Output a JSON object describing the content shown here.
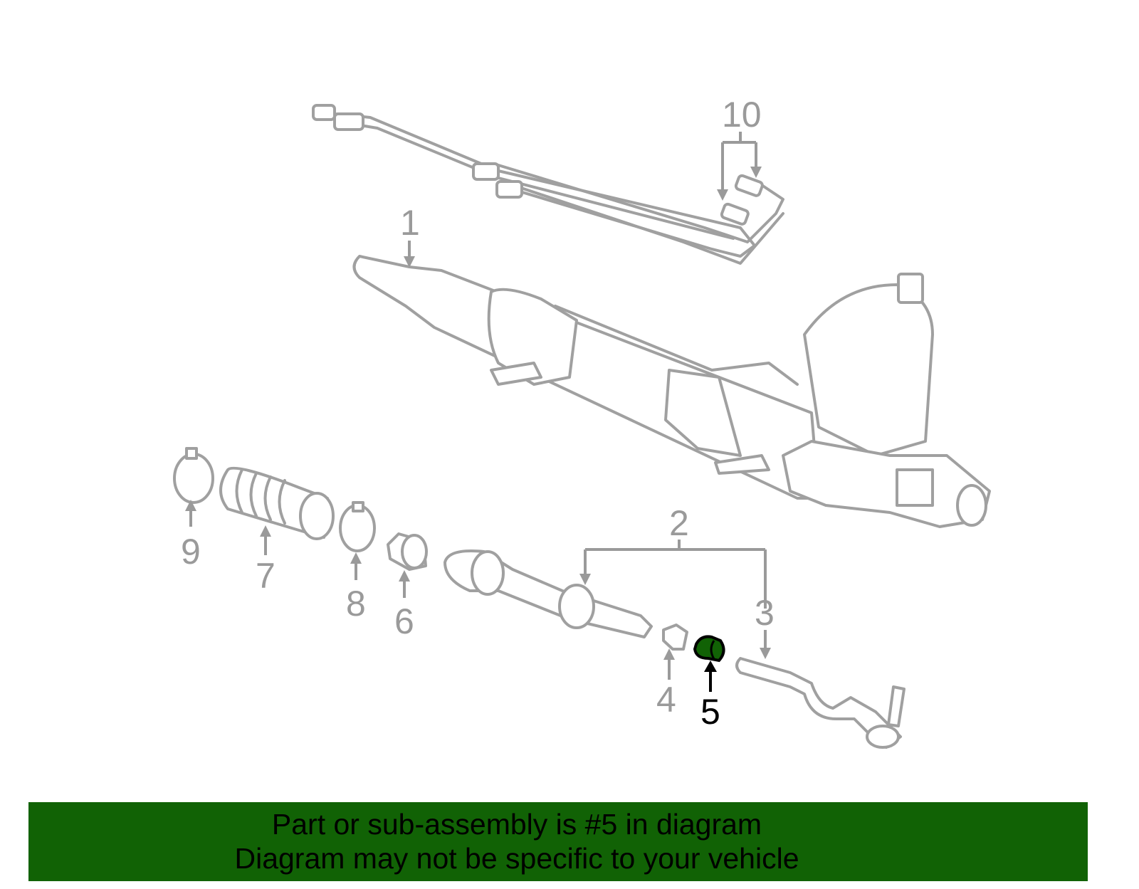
{
  "diagram": {
    "callouts": [
      "1",
      "2",
      "3",
      "4",
      "5",
      "6",
      "7",
      "8",
      "9",
      "10"
    ],
    "highlighted_part": "5",
    "colors": {
      "highlight": "#116205",
      "line": "#a0a0a0",
      "banner": "#116205"
    }
  },
  "banner": {
    "line1": "Part or sub-assembly is #5 in diagram",
    "line2": "Diagram may not be specific to your vehicle"
  }
}
